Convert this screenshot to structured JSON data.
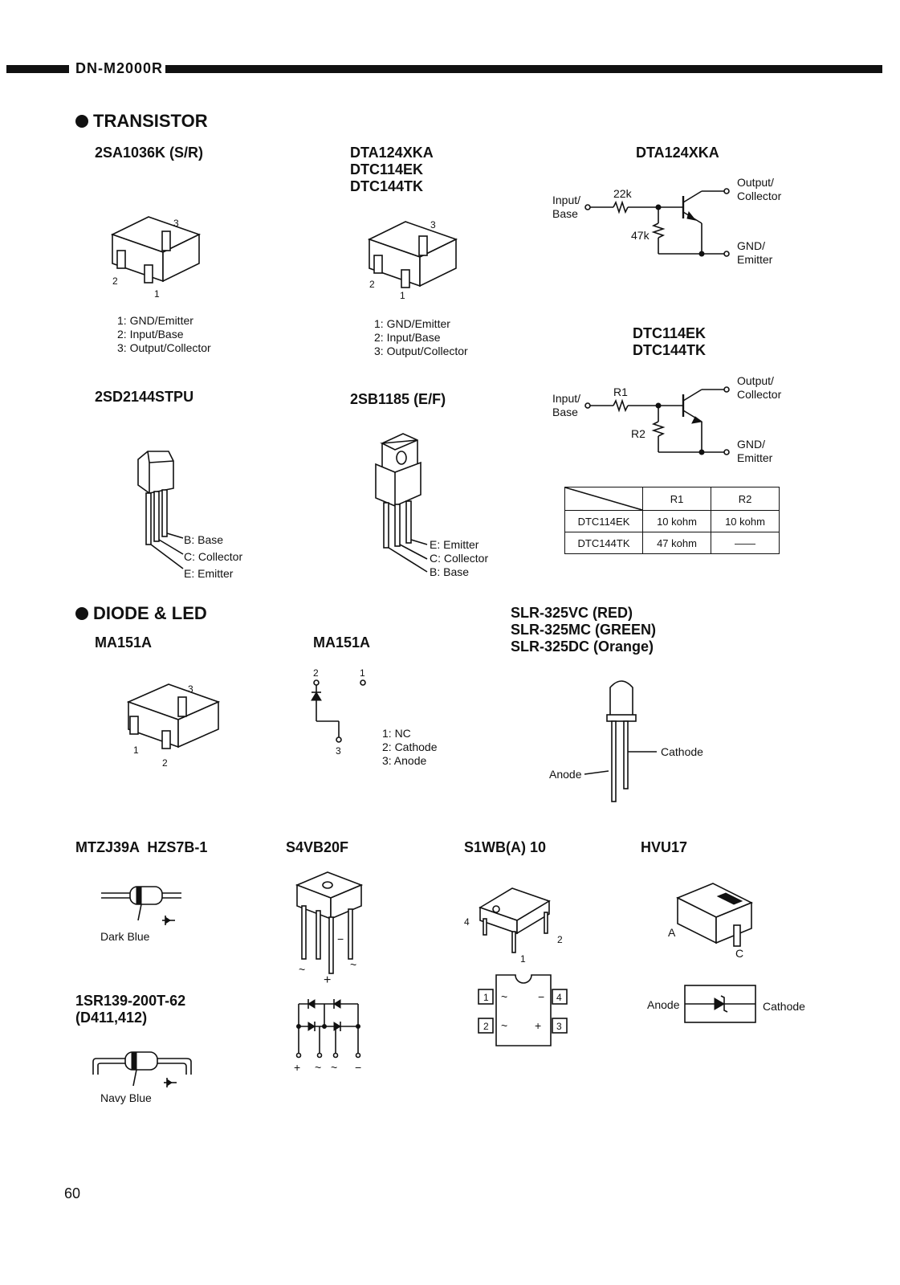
{
  "header": {
    "title": "DN-M2000R"
  },
  "sections": {
    "transistor": "TRANSISTOR",
    "diode": "DIODE & LED"
  },
  "tr": {
    "m1": "2SA1036K (S/R)",
    "m2": [
      "DTA124XKA",
      "DTC114EK",
      "DTC144TK"
    ],
    "m3": "DTA124XKA",
    "m4": [
      "DTC114EK",
      "DTC144TK"
    ],
    "m5": "2SD2144STPU",
    "m6": "2SB1185 (E/F)",
    "pins_smd": [
      "1: GND/Emitter",
      "2: Input/Base",
      "3: Output/Collector"
    ],
    "pin_nums": [
      "1",
      "2",
      "3"
    ],
    "circ1": {
      "input": [
        "Input/",
        "Base"
      ],
      "output": [
        "Output/",
        "Collector"
      ],
      "gnd": [
        "GND/",
        "Emitter"
      ],
      "r1": "22k",
      "r2": "47k"
    },
    "circ2": {
      "input": [
        "Input/",
        "Base"
      ],
      "output": [
        "Output/",
        "Collector"
      ],
      "gnd": [
        "GND/",
        "Emitter"
      ],
      "r1": "R1",
      "r2": "R2"
    },
    "table": {
      "headers": [
        "",
        "R1",
        "R2"
      ],
      "rows": [
        [
          "DTC114EK",
          "10 kohm",
          "10 kohm"
        ],
        [
          "DTC144TK",
          "47 kohm",
          "——"
        ]
      ]
    },
    "to92_pins": [
      "B: Base",
      "C: Collector",
      "E: Emitter"
    ],
    "to220_pins": [
      "E: Emitter",
      "C: Collector",
      "B: Base"
    ]
  },
  "di": {
    "m1": "MA151A",
    "m2": "MA151A",
    "m3": [
      "SLR-325VC (RED)",
      "SLR-325MC (GREEN)",
      "SLR-325DC (Orange)"
    ],
    "pins": [
      "1: NC",
      "2: Cathode",
      "3: Anode"
    ],
    "led": {
      "anode": "Anode",
      "cathode": "Cathode"
    },
    "m4": "MTZJ39A  HZS7B-1",
    "m5": "S4VB20F",
    "m6": "S1WB(A) 10",
    "m7": "HVU17",
    "m8": [
      "1SR139-200T-62",
      "(D411,412)"
    ],
    "dark_blue": "Dark Blue",
    "navy_blue": "Navy Blue",
    "bridge_marks": {
      "tilde": "~",
      "plus": "+",
      "minus": "−"
    },
    "s1wb_pins": [
      "1",
      "2",
      "3",
      "4"
    ],
    "hvu": {
      "a": "A",
      "c": "C",
      "anode": "Anode",
      "cathode": "Cathode"
    }
  },
  "page_number": "60"
}
